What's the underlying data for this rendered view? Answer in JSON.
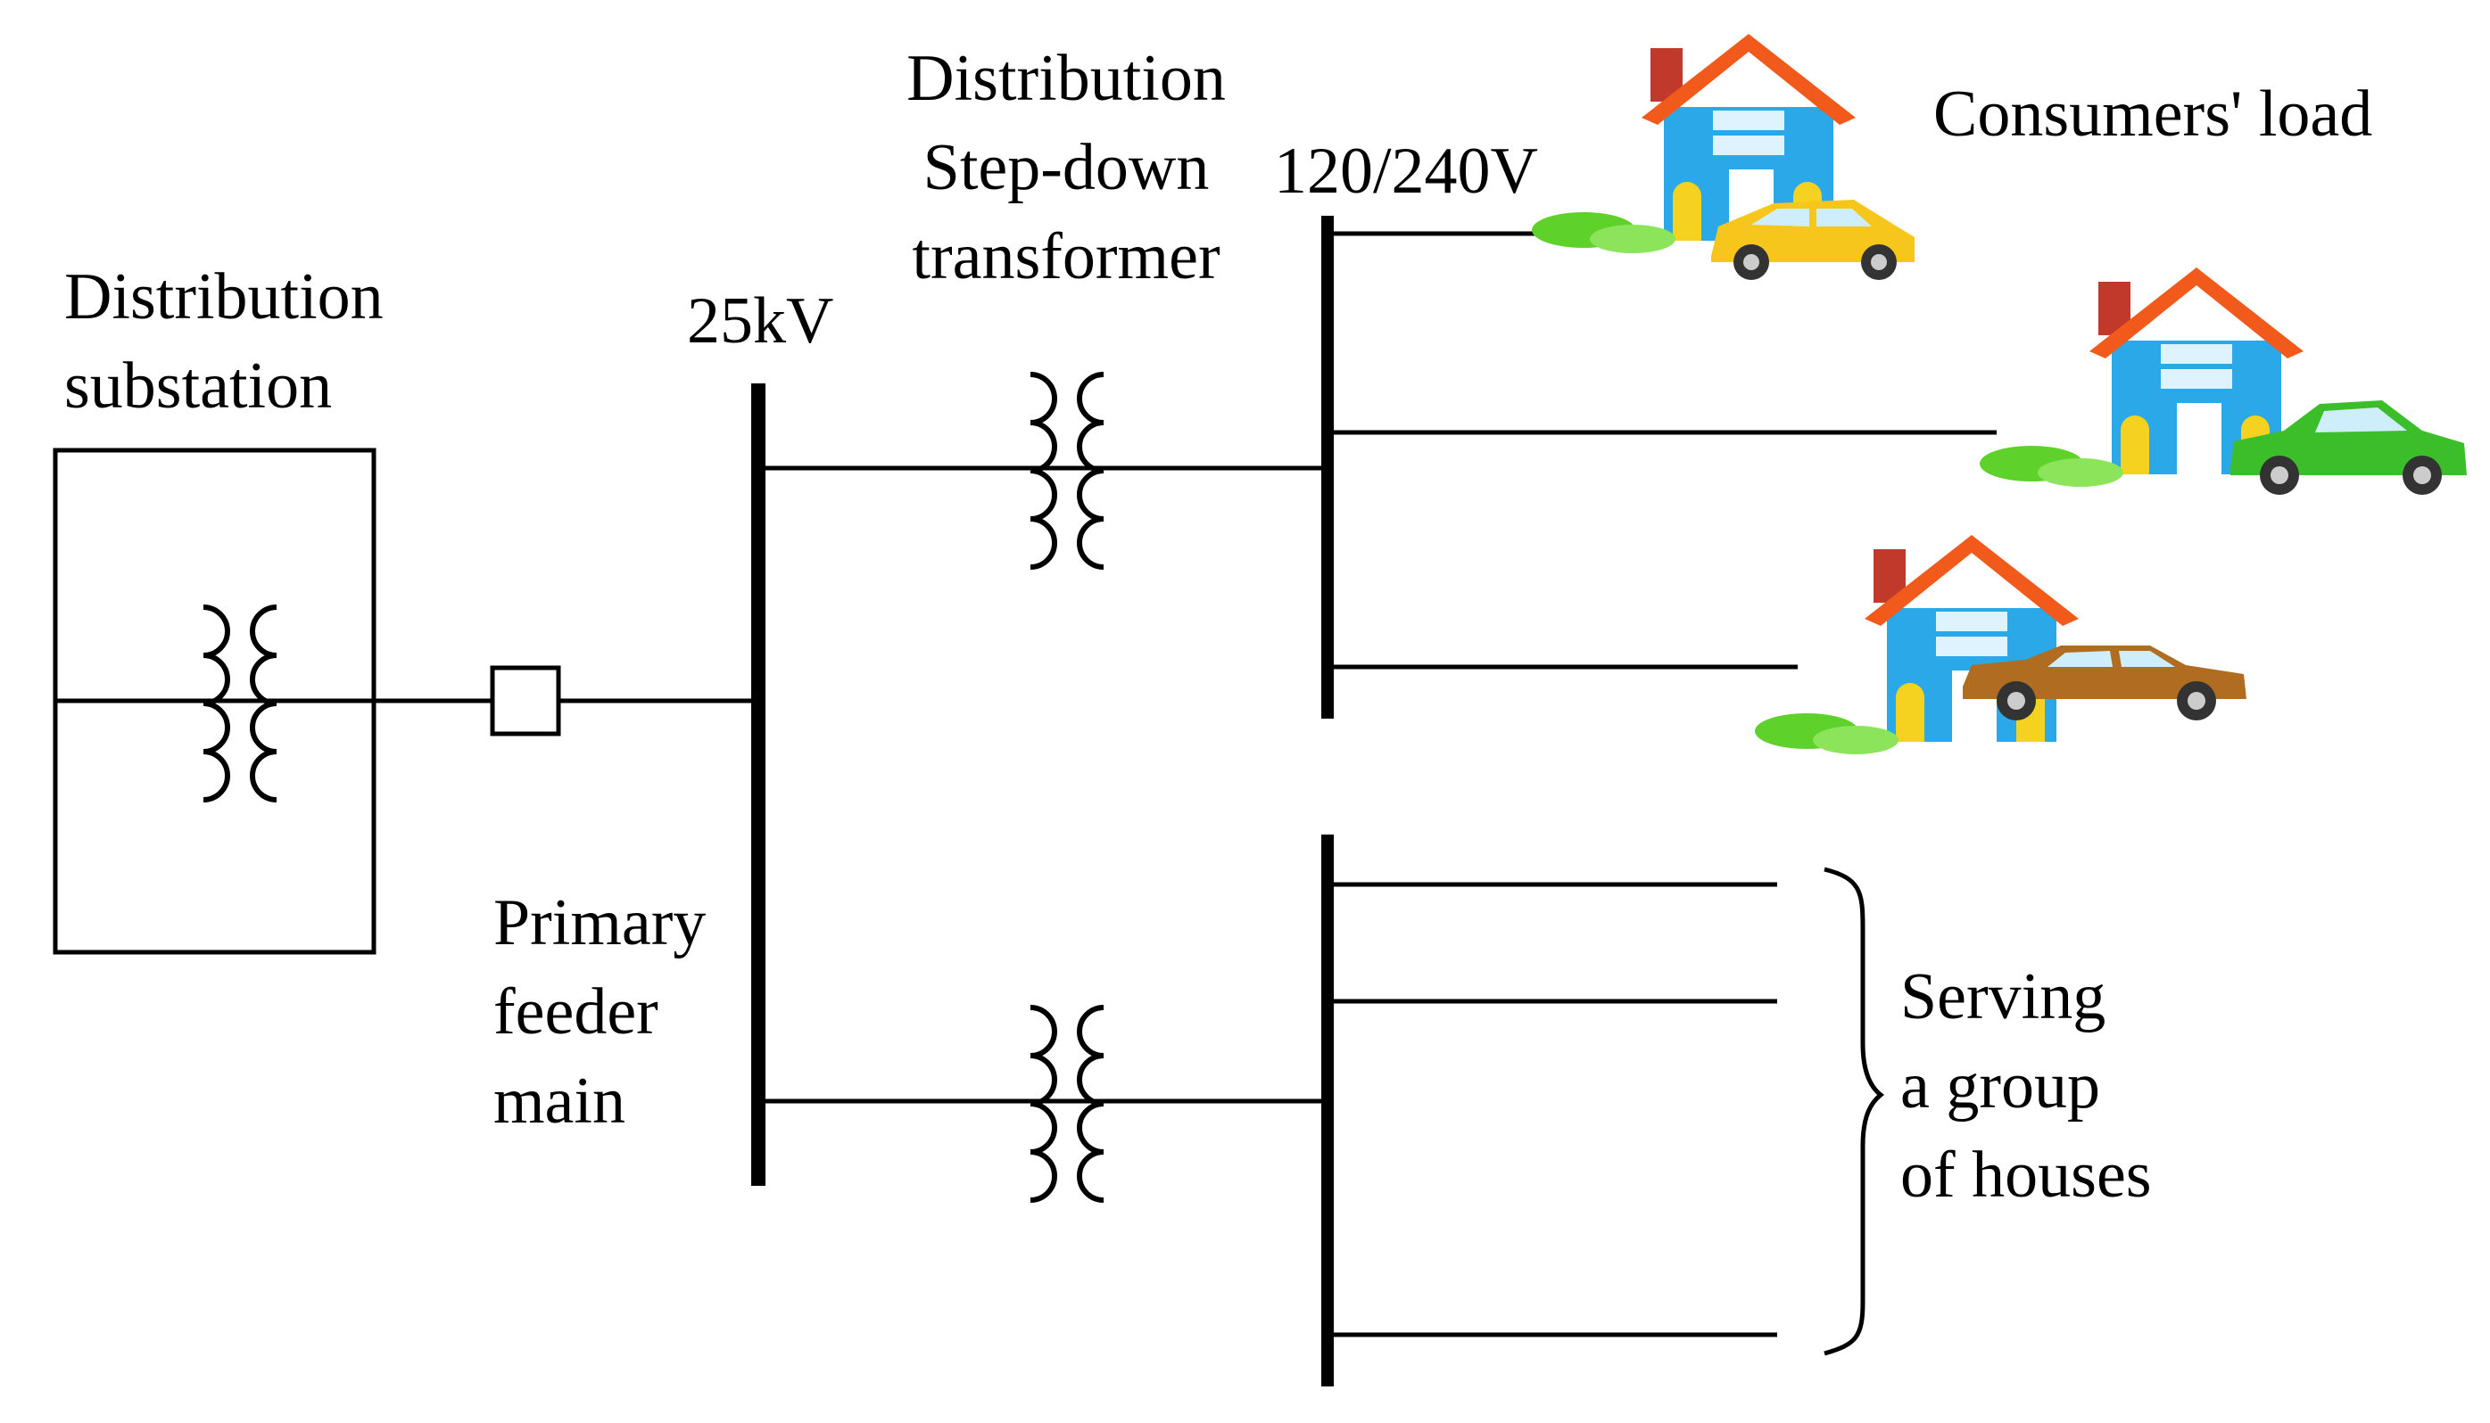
{
  "labels": {
    "substation_line1": "Distribution",
    "substation_line2": "substation",
    "primary_voltage": "25kV",
    "transformer_line1": "Distribution",
    "transformer_line2": "Step-down",
    "transformer_line3": "transformer",
    "secondary_voltage": "120/240V",
    "consumers_load": "Consumers' load",
    "feeder_line1": "Primary",
    "feeder_line2": "feeder",
    "feeder_line3": "main",
    "serving_line1": "Serving",
    "serving_line2": "a group",
    "serving_line3": "of houses"
  },
  "icons": {
    "coil": "transformer-coil-icon",
    "breaker": "circuit-breaker-icon",
    "house": "house-icon",
    "car": "car-icon",
    "brace": "right-brace-icon"
  },
  "colors": {
    "line": "#000000",
    "roof": "#f25a1c",
    "house_wall": "#2aa8e8",
    "house_door": "#ffffff",
    "house_window": "#dff3ff",
    "chimney": "#c0392b",
    "bush": "#5fd12b",
    "car_yellow": "#f7c61c",
    "car_green": "#3cbe2b",
    "car_brown": "#b06c20"
  }
}
